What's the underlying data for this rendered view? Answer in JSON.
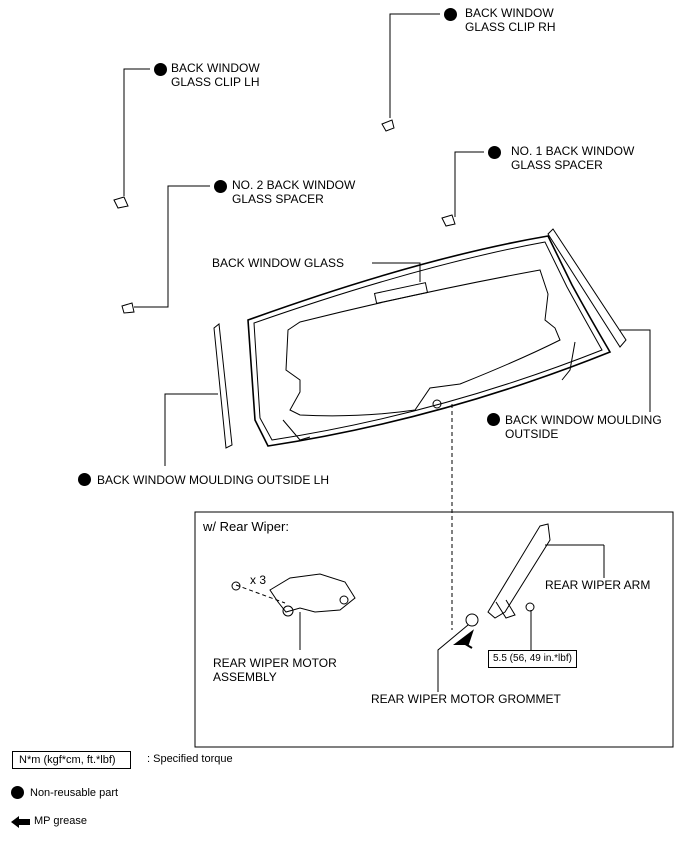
{
  "labels": {
    "clip_rh": "BACK WINDOW\nGLASS CLIP RH",
    "clip_lh": "BACK WINDOW\nGLASS CLIP LH",
    "spacer_no1": "NO. 1 BACK WINDOW\nGLASS SPACER",
    "spacer_no2": "NO. 2 BACK WINDOW\nGLASS SPACER",
    "back_window_glass": "BACK WINDOW GLASS",
    "moulding_outside": "BACK WINDOW MOULDING\nOUTSIDE",
    "moulding_outside_lh": "BACK WINDOW MOULDING OUTSIDE LH",
    "wiper_section": "w/ Rear Wiper:",
    "screw_count": "x 3",
    "wiper_arm": "REAR WIPER ARM",
    "torque_value": "5.5 (56, 49 in.*lbf)",
    "motor_assembly": "REAR WIPER MOTOR\nASSEMBLY",
    "grommet": "REAR WIPER MOTOR GROMMET"
  },
  "legend": {
    "torque_unit": "N*m (kgf*cm, ft.*lbf)",
    "torque_desc": ": Specified torque",
    "non_reusable": "Non-reusable part",
    "mp_grease": "MP grease"
  },
  "icons": [
    "non-reusable-dot-icon",
    "mp-grease-arrow-icon"
  ]
}
